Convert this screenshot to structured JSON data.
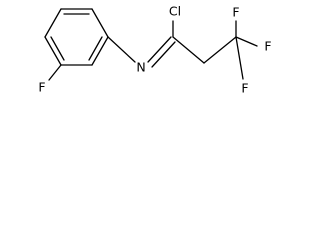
{
  "molecule": {
    "atoms": {
      "fluoro_aryl": "F",
      "nitrogen": "N",
      "chlorine": "Cl",
      "fluoro_cf3_top": "F",
      "fluoro_cf3_right": "F",
      "fluoro_cf3_bottom": "F"
    },
    "colors": {
      "bond": "#000000",
      "label": "#000000",
      "background": "#ffffff"
    }
  }
}
